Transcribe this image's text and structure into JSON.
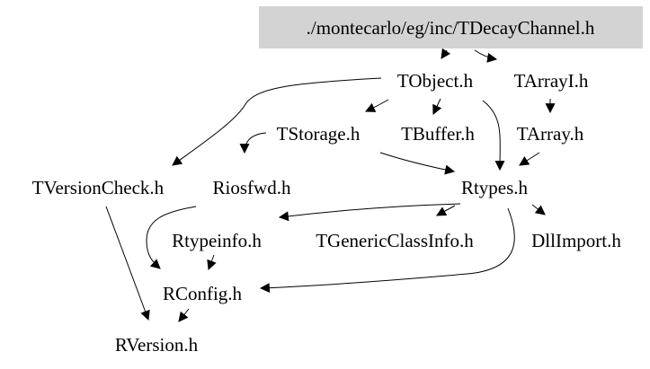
{
  "root": {
    "label": "./montecarlo/eg/inc/TDecayChannel.h"
  },
  "nodes": [
    {
      "id": "tobject",
      "label": "TObject.h"
    },
    {
      "id": "tarrayi",
      "label": "TArrayI.h"
    },
    {
      "id": "tstorage",
      "label": "TStorage.h"
    },
    {
      "id": "tbuffer",
      "label": "TBuffer.h"
    },
    {
      "id": "tarray",
      "label": "TArray.h"
    },
    {
      "id": "tversioncheck",
      "label": "TVersionCheck.h"
    },
    {
      "id": "riosfwd",
      "label": "Riosfwd.h"
    },
    {
      "id": "rtypes",
      "label": "Rtypes.h"
    },
    {
      "id": "rtypeinfo",
      "label": "Rtypeinfo.h"
    },
    {
      "id": "tgenericclassinfo",
      "label": "TGenericClassInfo.h"
    },
    {
      "id": "dllimport",
      "label": "DllImport.h"
    },
    {
      "id": "rconfig",
      "label": "RConfig.h"
    },
    {
      "id": "rversion",
      "label": "RVersion.h"
    }
  ],
  "edges": [
    {
      "from": "root",
      "to": "tobject"
    },
    {
      "from": "root",
      "to": "tarrayi"
    },
    {
      "from": "tarrayi",
      "to": "tarray"
    },
    {
      "from": "tobject",
      "to": "tversioncheck"
    },
    {
      "from": "tobject",
      "to": "tstorage"
    },
    {
      "from": "tobject",
      "to": "tbuffer"
    },
    {
      "from": "tobject",
      "to": "rtypes"
    },
    {
      "from": "tstorage",
      "to": "riosfwd"
    },
    {
      "from": "tstorage",
      "to": "rtypes"
    },
    {
      "from": "tarray",
      "to": "rtypes"
    },
    {
      "from": "tversioncheck",
      "to": "rversion"
    },
    {
      "from": "riosfwd",
      "to": "rconfig"
    },
    {
      "from": "rtypes",
      "to": "rtypeinfo"
    },
    {
      "from": "rtypes",
      "to": "tgenericclassinfo"
    },
    {
      "from": "rtypes",
      "to": "dllimport"
    },
    {
      "from": "rtypes",
      "to": "rconfig"
    },
    {
      "from": "rtypeinfo",
      "to": "rconfig"
    },
    {
      "from": "rconfig",
      "to": "rversion"
    }
  ]
}
